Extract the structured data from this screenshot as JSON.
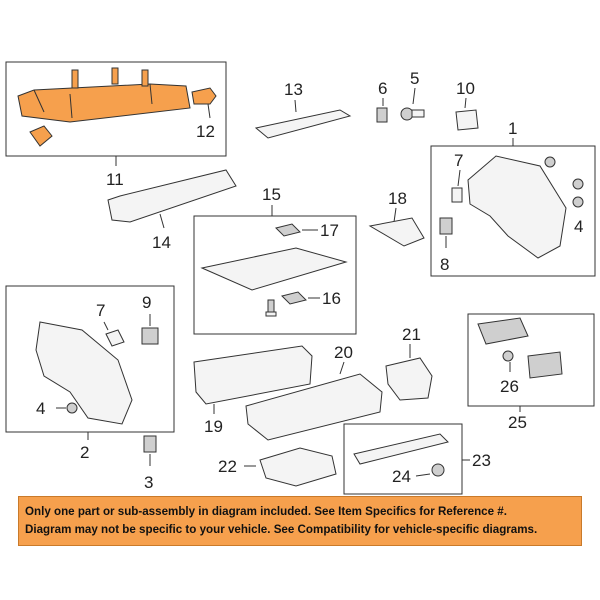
{
  "callouts": {
    "n1": "1",
    "n2": "2",
    "n3": "3",
    "n4a": "4",
    "n4b": "4",
    "n5": "5",
    "n6": "6",
    "n7a": "7",
    "n7b": "7",
    "n8": "8",
    "n9": "9",
    "n10": "10",
    "n11": "11",
    "n12": "12",
    "n13": "13",
    "n14": "14",
    "n15": "15",
    "n16": "16",
    "n17": "17",
    "n18": "18",
    "n19": "19",
    "n20": "20",
    "n21": "21",
    "n22": "22",
    "n23": "23",
    "n24": "24",
    "n25": "25",
    "n26": "26"
  },
  "notice": {
    "line1": "Only one part or sub-assembly in diagram included. See Item Specifics for Reference #.",
    "line2": "Diagram may not be specific to your vehicle. See Compatibility for vehicle-specific diagrams."
  },
  "colors": {
    "highlight": "#f6a04d",
    "notice_bg": "#f6a04d"
  }
}
